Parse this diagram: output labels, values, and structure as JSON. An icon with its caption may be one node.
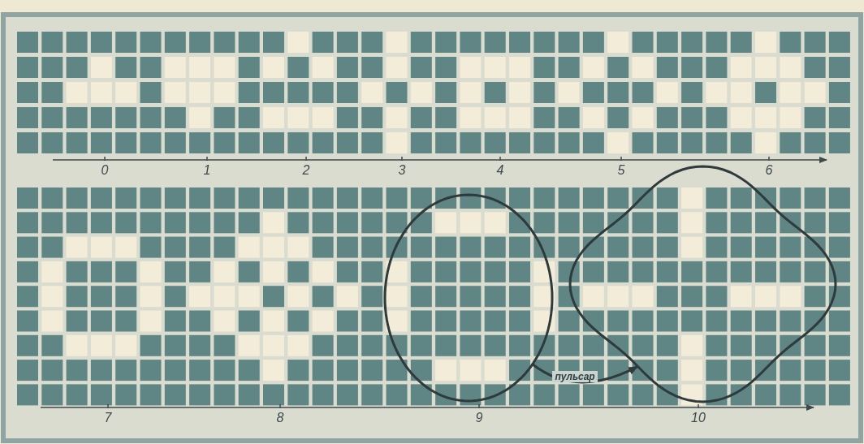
{
  "diagram": {
    "nodes": [
      {
        "text": [],
        "shape": "circle"
      },
      {
        "text": [],
        "shape": "cloud"
      }
    ],
    "edges": [
      {
        "from": 0,
        "to": 1,
        "arrow": "to",
        "label": "пульсар"
      }
    ],
    "labels": [
      "0",
      "1",
      "2",
      "3",
      "4",
      "5",
      "6",
      "7",
      "8",
      "9",
      "10"
    ]
  }
}
